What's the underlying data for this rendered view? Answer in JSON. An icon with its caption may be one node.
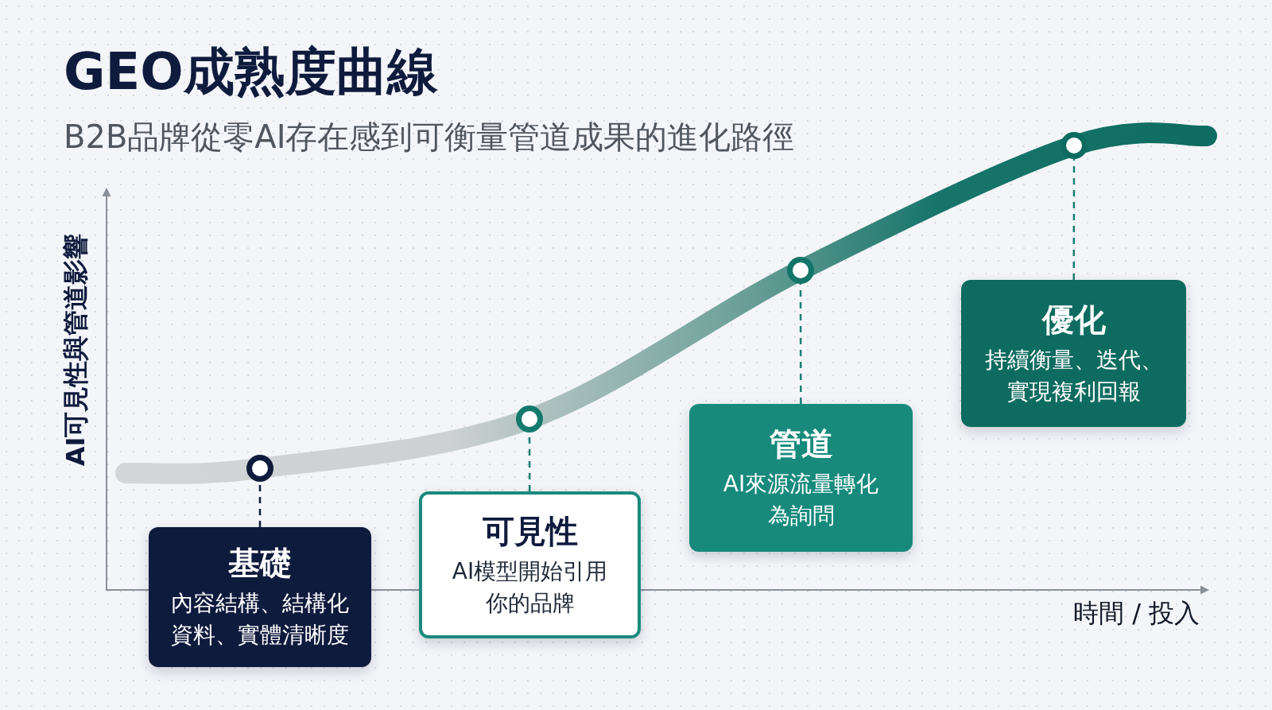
{
  "diagram": {
    "title": "GEO成熟度曲線",
    "nodes": [
      {
        "text": [
          "基礎",
          "內容結構、結構化資料、實體清晰度"
        ]
      },
      {
        "text": [
          "可見性",
          "AI模型開始引用你的品牌"
        ]
      },
      {
        "text": [
          "管道",
          "AI來源流量轉化為詢問"
        ]
      },
      {
        "text": [
          "優化",
          "持續衡量、迭代、實現複利回報"
        ]
      },
      {
        "text": [],
        "shape": "circle"
      },
      {
        "text": [],
        "shape": "circle"
      },
      {
        "text": [],
        "shape": "circle"
      },
      {
        "text": [],
        "shape": "circle"
      }
    ],
    "edges": [
      {
        "from": 0,
        "to": 4,
        "arrow": "none",
        "style": "dashed",
        "color": "#0f1b3d"
      },
      {
        "from": 1,
        "to": 5,
        "arrow": "none",
        "style": "dashed"
      },
      {
        "from": 2,
        "to": 6,
        "arrow": "none",
        "style": "dashed"
      },
      {
        "from": 3,
        "to": 7,
        "arrow": "none",
        "style": "dashed"
      }
    ],
    "labels": [
      "B2B品牌從零AI存在感到可衡量管道成果的進化路徑",
      "AI可見性與管道影響",
      "時間 / 投入"
    ]
  }
}
